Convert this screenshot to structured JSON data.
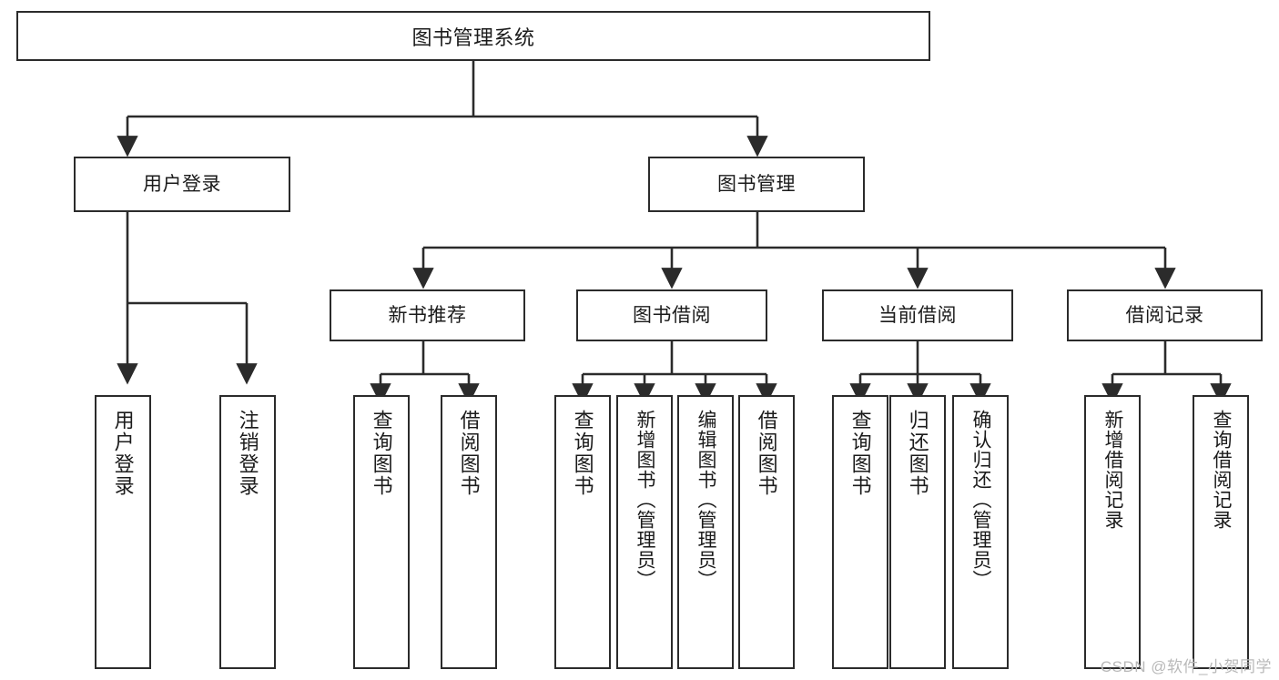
{
  "diagram": {
    "type": "tree-hierarchy",
    "title": "图书管理系统",
    "watermark": "CSDN @软件_小贺同学",
    "style": {
      "background": "#ffffff",
      "border_color": "#2b2b2b",
      "text_color": "#1b1b1b",
      "watermark_color": "#b9b9b9"
    },
    "root": {
      "label": "图书管理系统"
    },
    "level2": [
      {
        "label": "用户登录"
      },
      {
        "label": "图书管理"
      }
    ],
    "level3": [
      {
        "label": "新书推荐"
      },
      {
        "label": "图书借阅"
      },
      {
        "label": "当前借阅"
      },
      {
        "label": "借阅记录"
      }
    ],
    "leaves": {
      "user_login": [
        {
          "label": "用户登录"
        },
        {
          "label": "注销登录"
        }
      ],
      "new_book_recommend": [
        {
          "label": "查询图书"
        },
        {
          "label": "借阅图书"
        }
      ],
      "book_borrow": [
        {
          "label": "查询图书"
        },
        {
          "label": "新增图书（管理员）"
        },
        {
          "label": "编辑图书（管理员）"
        },
        {
          "label": "借阅图书"
        }
      ],
      "current_borrow": [
        {
          "label": "查询图书"
        },
        {
          "label": "归还图书"
        },
        {
          "label": "确认归还（管理员）"
        }
      ],
      "borrow_record": [
        {
          "label": "新增借阅记录"
        },
        {
          "label": "查询借阅记录"
        }
      ]
    }
  }
}
